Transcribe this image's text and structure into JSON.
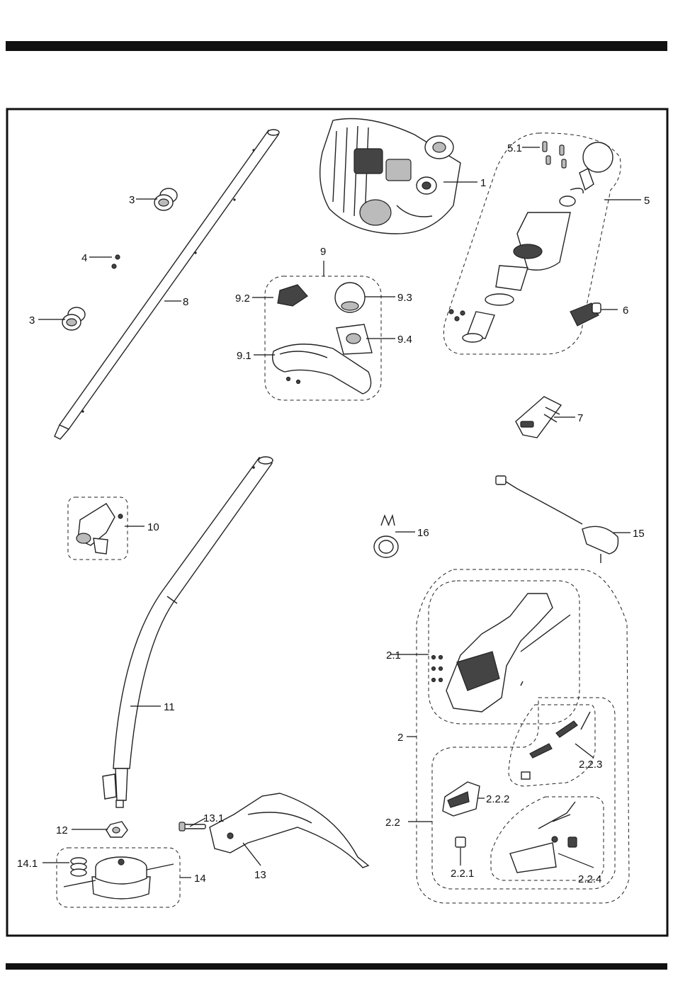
{
  "parts": [
    {
      "id": "1",
      "label": "1"
    },
    {
      "id": "2",
      "label": "2"
    },
    {
      "id": "2.1",
      "label": "2.1"
    },
    {
      "id": "2.2",
      "label": "2.2"
    },
    {
      "id": "2.2.1",
      "label": "2.2.1"
    },
    {
      "id": "2.2.2",
      "label": "2.2.2"
    },
    {
      "id": "2.2.3",
      "label": "2.2.3"
    },
    {
      "id": "2.2.4",
      "label": "2.2.4"
    },
    {
      "id": "3a",
      "label": "3"
    },
    {
      "id": "3b",
      "label": "3"
    },
    {
      "id": "4",
      "label": "4"
    },
    {
      "id": "5",
      "label": "5"
    },
    {
      "id": "5.1",
      "label": "5.1"
    },
    {
      "id": "6",
      "label": "6"
    },
    {
      "id": "7",
      "label": "7"
    },
    {
      "id": "8",
      "label": "8"
    },
    {
      "id": "9",
      "label": "9"
    },
    {
      "id": "9.1",
      "label": "9.1"
    },
    {
      "id": "9.2",
      "label": "9.2"
    },
    {
      "id": "9.3",
      "label": "9.3"
    },
    {
      "id": "9.4",
      "label": "9.4"
    },
    {
      "id": "10",
      "label": "10"
    },
    {
      "id": "11",
      "label": "11"
    },
    {
      "id": "12",
      "label": "12"
    },
    {
      "id": "13",
      "label": "13"
    },
    {
      "id": "13.1",
      "label": "13.1"
    },
    {
      "id": "14",
      "label": "14"
    },
    {
      "id": "14.1",
      "label": "14.1"
    },
    {
      "id": "15",
      "label": "15"
    },
    {
      "id": "16",
      "label": "16"
    }
  ]
}
